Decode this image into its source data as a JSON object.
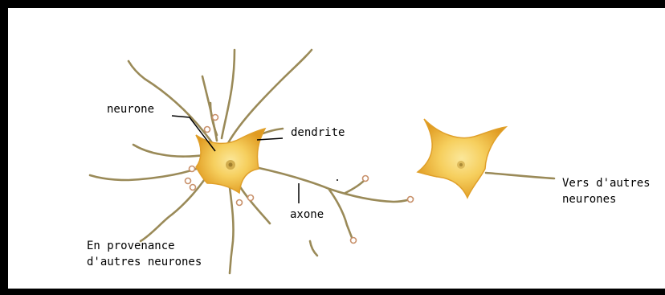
{
  "diagram": {
    "labels": {
      "neurone": "neurone",
      "dendrite": "dendrite",
      "axone": "axone",
      "source_line1": "En provenance",
      "source_line2": "d'autres neurones",
      "target_line1": "Vers d'autres",
      "target_line2": "neurones"
    },
    "colors": {
      "frame": "#000000",
      "background": "#ffffff",
      "fiber": "#9a8a58",
      "cell_body_outer": "#e8a62a",
      "cell_body_inner": "#f8dc78",
      "nucleus": "#b08a2a",
      "terminal": "#c8906a",
      "leader_line": "#000000"
    }
  }
}
